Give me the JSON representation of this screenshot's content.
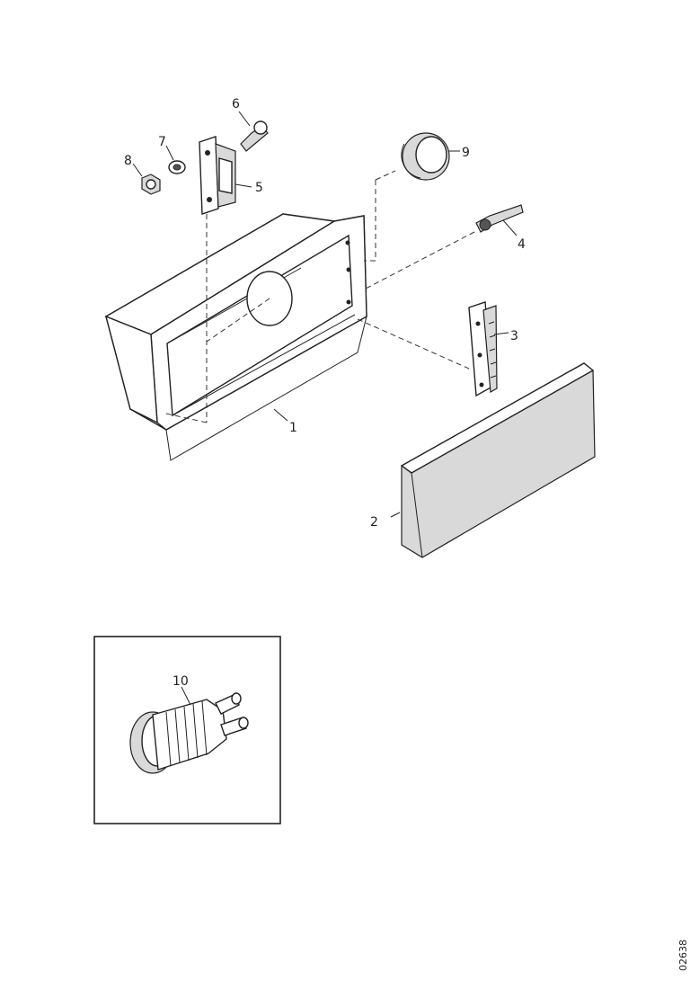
{
  "callouts": {
    "p1": "1",
    "p2": "2",
    "p3": "3",
    "p4": "4",
    "p5": "5",
    "p6": "6",
    "p7": "7",
    "p8": "8",
    "p9": "9",
    "p10": "10"
  },
  "diagram_code": "02638"
}
